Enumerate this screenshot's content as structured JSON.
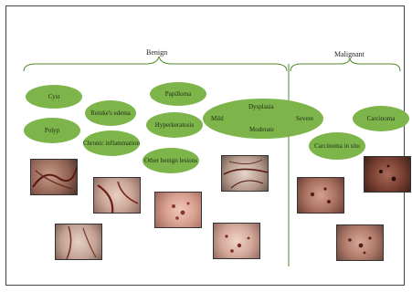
{
  "groups": {
    "benign": "Benign",
    "malignant": "Malignant"
  },
  "lesions": {
    "cyst": "Cyst",
    "polyp": "Polyp",
    "reinkes_edema": "Reinke's edema",
    "chronic_inflammation": "Chronic inflammation",
    "papilloma": "Papilloma",
    "hyperkeratosis": "Hyperkeratosis",
    "other_benign": "Other benign lesions",
    "carcinoma": "Carcinoma",
    "carcinoma_in_situ": "Carcinoma in situ"
  },
  "dysplasia": {
    "title": "Dysplasia",
    "mild": "Mild",
    "moderate": "Moderate",
    "severe": "Severe"
  },
  "colors": {
    "bubble": "#7db54b",
    "line": "#4f8a2a"
  }
}
